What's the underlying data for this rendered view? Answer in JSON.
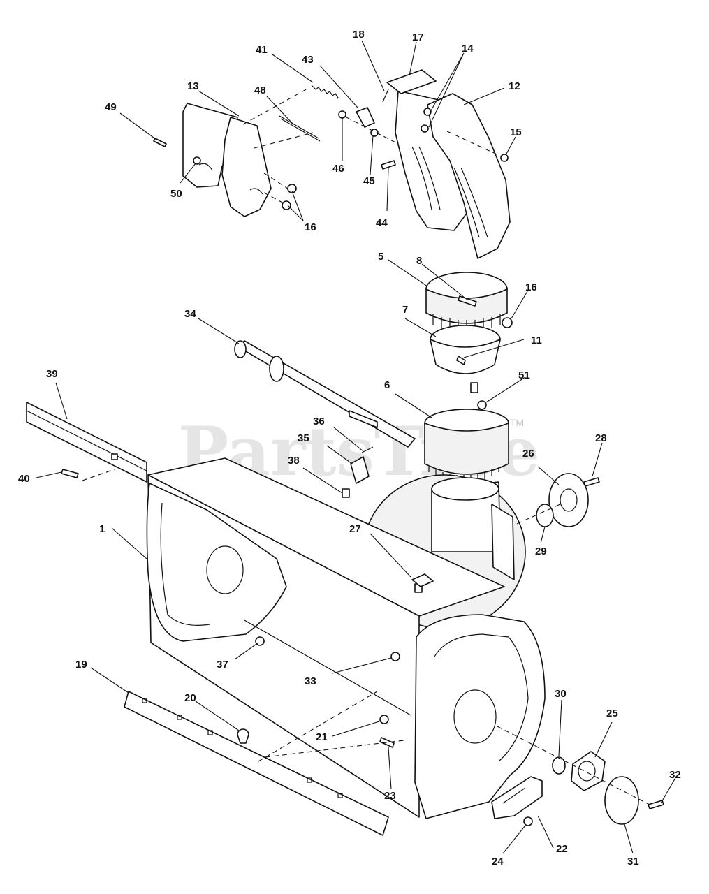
{
  "watermark": {
    "text": "PartsTree",
    "trademark": "TM"
  },
  "callouts": [
    "1",
    "5",
    "6",
    "7",
    "8",
    "11",
    "12",
    "13",
    "14",
    "15",
    "16",
    "16",
    "17",
    "18",
    "19",
    "20",
    "21",
    "22",
    "23",
    "24",
    "25",
    "26",
    "27",
    "28",
    "29",
    "30",
    "31",
    "32",
    "33",
    "34",
    "35",
    "36",
    "37",
    "38",
    "39",
    "40",
    "41",
    "43",
    "44",
    "45",
    "46",
    "48",
    "49",
    "50",
    "51"
  ]
}
